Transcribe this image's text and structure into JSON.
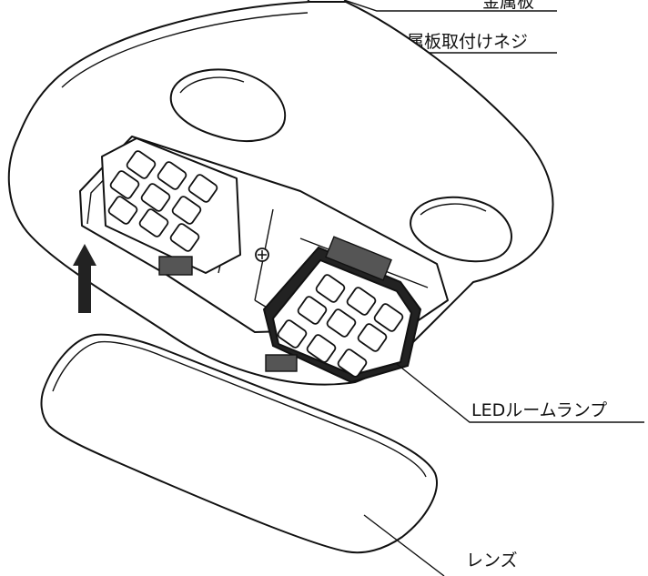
{
  "labels": {
    "metal_plate": "金属板",
    "metal_plate_screw": "金属板取付けネジ",
    "led_room_lamp": "LEDルームランプ",
    "lens": "レンズ"
  },
  "colors": {
    "line": "#111111",
    "dark_fill": "#222222",
    "clip_gray": "#555555",
    "background": "#ffffff"
  },
  "icons": {
    "arrow": "up-arrow-icon",
    "screw": "screw-icon"
  }
}
